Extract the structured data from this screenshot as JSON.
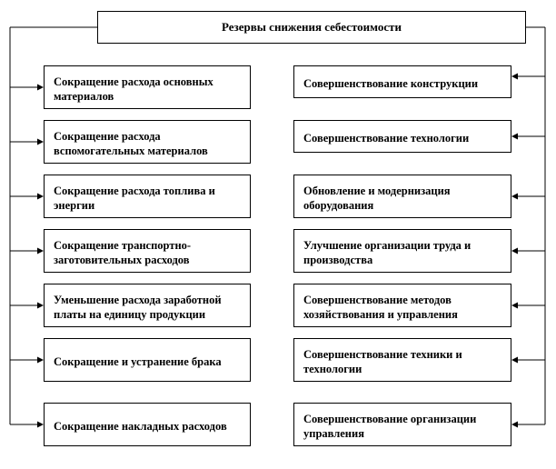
{
  "title": "Резервы снижения себестоимости",
  "left_items": [
    "Сокращение расхода основных материалов",
    "Сокращение расхода вспомогательных материалов",
    "Сокращение расхода топлива и энергии",
    "Сокращение транспортно-заготовительных расходов",
    "Уменьшение расхода заработной платы на единицу продукции",
    "Сокращение и устранение брака",
    "Сокращение накладных расходов"
  ],
  "right_items": [
    "Совершенствование конструкции",
    "Совершенствование технологии",
    "Обновление и модернизация оборудования",
    "Улучшение организации  труда и производства",
    "Совершенствование методов хозяйствования и управления",
    "Совершенствование техники и технологии",
    "Совершенствование организации управления"
  ]
}
